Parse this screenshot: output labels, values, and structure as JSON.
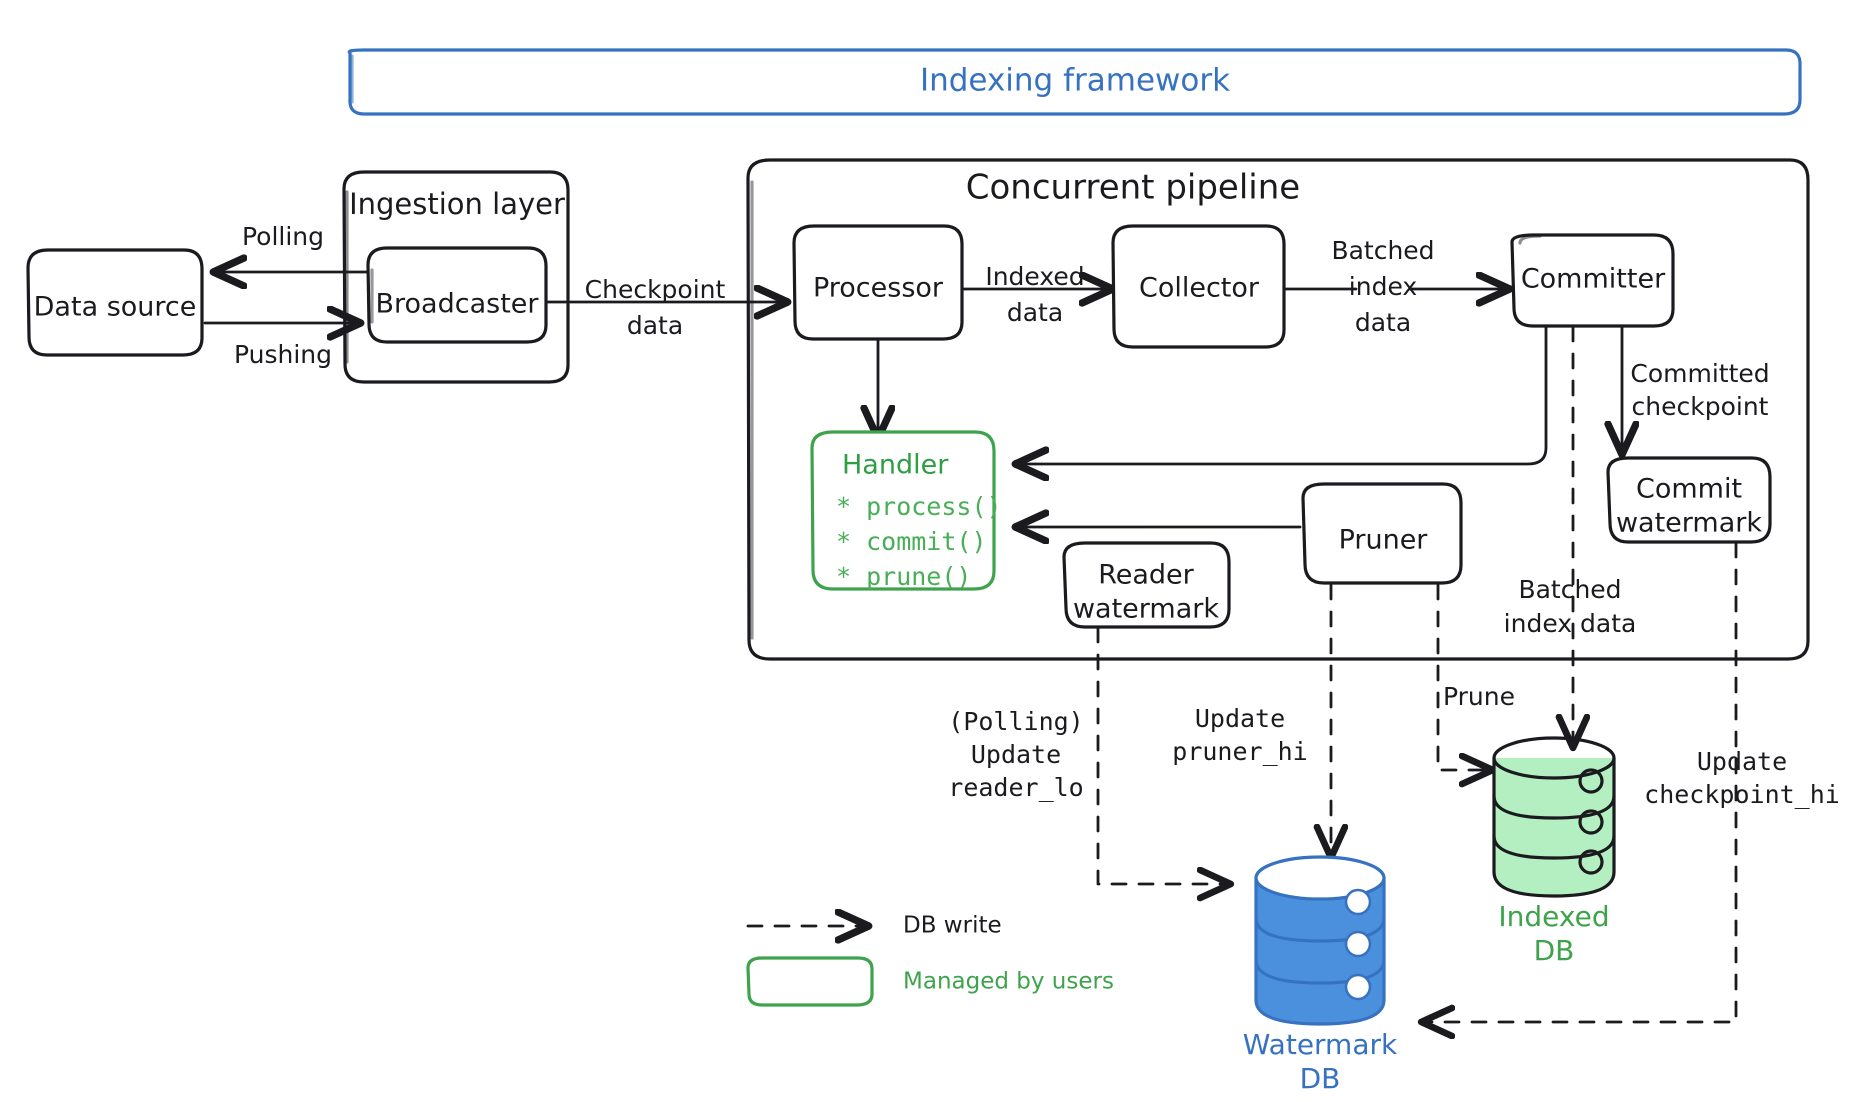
{
  "diagram": {
    "title": "Indexing framework",
    "groups": [
      {
        "id": "indexing-framework",
        "label": "Indexing framework",
        "color": "#3672c0"
      },
      {
        "id": "ingestion-layer",
        "label": "Ingestion layer",
        "color": "#1b1b1f"
      },
      {
        "id": "concurrent-pipeline",
        "label": "Concurrent pipeline",
        "color": "#1b1b1f"
      }
    ],
    "nodes": [
      {
        "id": "data-source",
        "label": "Data source"
      },
      {
        "id": "broadcaster",
        "label": "Broadcaster"
      },
      {
        "id": "processor",
        "label": "Processor"
      },
      {
        "id": "collector",
        "label": "Collector"
      },
      {
        "id": "committer",
        "label": "Committer"
      },
      {
        "id": "commit-watermark",
        "label_line1": "Commit",
        "label_line2": "watermark"
      },
      {
        "id": "reader-watermark",
        "label_line1": "Reader",
        "label_line2": "watermark"
      },
      {
        "id": "pruner",
        "label": "Pruner"
      }
    ],
    "handler": {
      "title": "Handler",
      "methods": [
        "* process()",
        "* commit()",
        "* prune()"
      ],
      "color": "#4aad58"
    },
    "databases": [
      {
        "id": "indexed-db",
        "label_line1": "Indexed",
        "label_line2": "DB",
        "color": "#b3efc0",
        "text_color": "#3fa34d"
      },
      {
        "id": "watermark-db",
        "label_line1": "Watermark",
        "label_line2": "DB",
        "color": "#4a90dd",
        "text_color": "#3672c0"
      }
    ],
    "edge_labels": [
      {
        "id": "polling",
        "text": "Polling"
      },
      {
        "id": "pushing",
        "text": "Pushing"
      },
      {
        "id": "checkpoint-data",
        "line1": "Checkpoint",
        "line2": "data"
      },
      {
        "id": "indexed-data",
        "line1": "Indexed",
        "line2": "data"
      },
      {
        "id": "batched-index-data",
        "line1": "Batched",
        "line2": "index",
        "line3": "data"
      },
      {
        "id": "committed-checkpoint",
        "line1": "Committed",
        "line2": "checkpoint"
      },
      {
        "id": "batched-index-data-2",
        "line1": "Batched",
        "line2": "index data"
      },
      {
        "id": "prune",
        "text": "Prune"
      }
    ],
    "db_write_labels": [
      {
        "id": "reader-lo",
        "line1": "(Polling)",
        "line2": "Update",
        "line3": "reader_lo"
      },
      {
        "id": "pruner-hi",
        "line1": "Update",
        "line2": "pruner_hi"
      },
      {
        "id": "checkpoint-hi",
        "line1": "Update",
        "line2": "checkpoint_hi"
      }
    ],
    "legend": [
      {
        "id": "db-write",
        "label": "DB write",
        "kind": "dashed-arrow",
        "color": "#1b1b1f"
      },
      {
        "id": "managed-by-users",
        "label": "Managed by users",
        "kind": "green-box",
        "color": "#3fa34d"
      }
    ]
  }
}
